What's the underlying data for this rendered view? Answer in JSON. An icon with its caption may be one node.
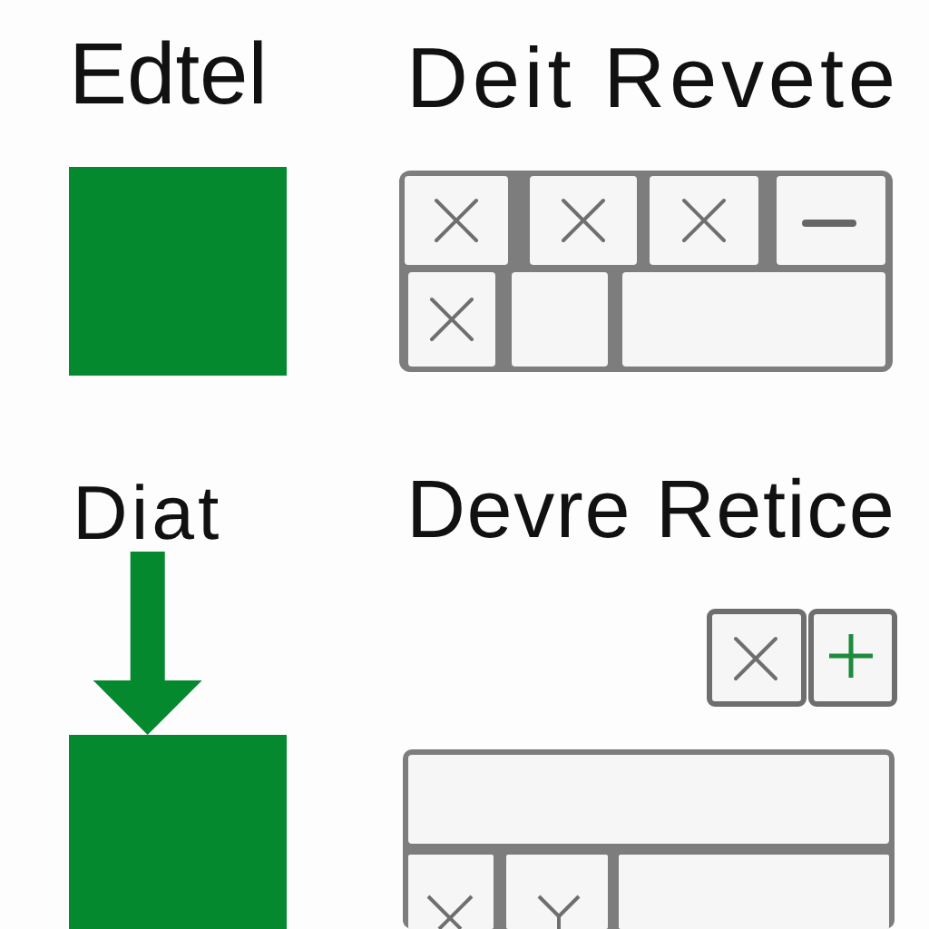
{
  "diagram": {
    "nodes": [
      {
        "text": [],
        "shape": "box"
      },
      {
        "text": [
          "Diat"
        ]
      },
      {
        "text": [],
        "shape": "box"
      }
    ],
    "edges": [
      {
        "from": 1,
        "to": 2,
        "arrow": "to"
      }
    ],
    "labels": [
      "Edtel",
      "Deit Revete",
      "Devre Retice"
    ]
  }
}
